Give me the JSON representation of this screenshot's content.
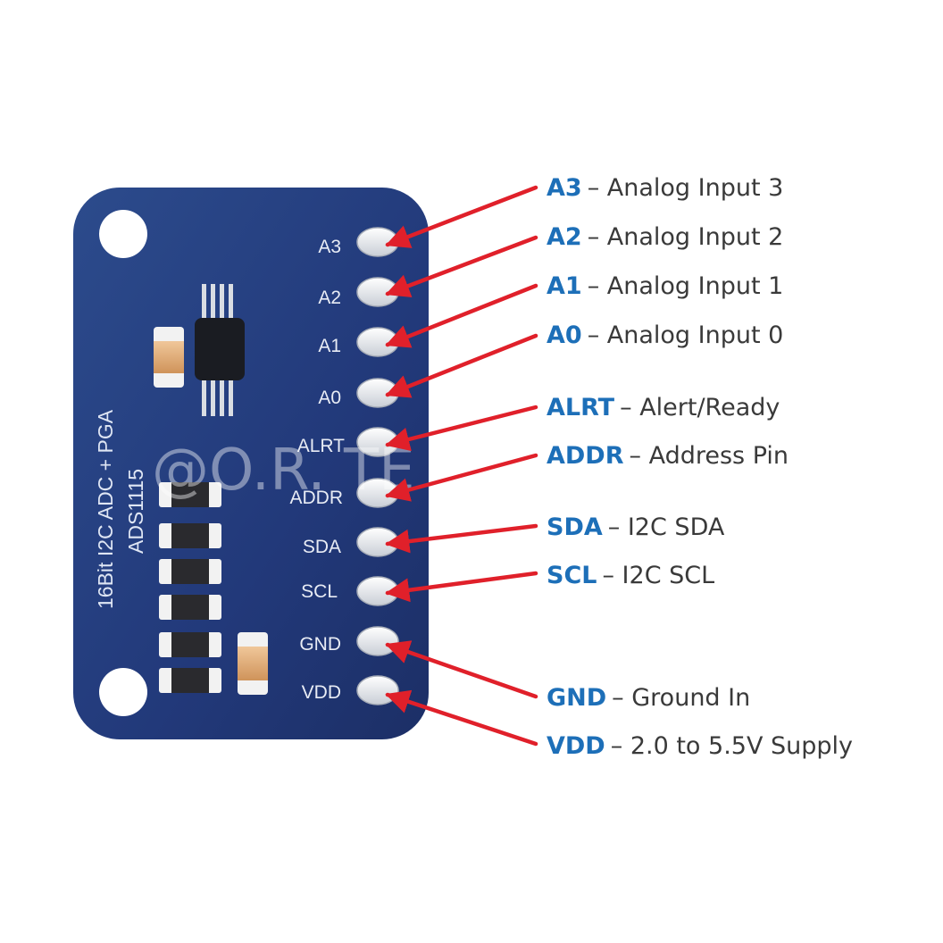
{
  "board": {
    "line1": "16Bit I2C ADC + PGA",
    "line2": "ADS1115"
  },
  "watermark": "@O.R. TE",
  "pins": [
    {
      "label": "A3",
      "code": "A3",
      "desc": "– Analog Input 3"
    },
    {
      "label": "A2",
      "code": "A2",
      "desc": "– Analog Input 2"
    },
    {
      "label": "A1",
      "code": "A1",
      "desc": "– Analog Input 1"
    },
    {
      "label": "A0",
      "code": "A0",
      "desc": "– Analog Input 0"
    },
    {
      "label": "ALRT",
      "code": "ALRT",
      "desc": "– Alert/Ready"
    },
    {
      "label": "ADDR",
      "code": "ADDR",
      "desc": "– Address Pin"
    },
    {
      "label": "SDA",
      "code": "SDA",
      "desc": "– I2C SDA"
    },
    {
      "label": "SCL",
      "code": "SCL",
      "desc": "– I2C SCL"
    },
    {
      "label": "GND",
      "code": "GND",
      "desc": "– Ground In"
    },
    {
      "label": "VDD",
      "code": "VDD",
      "desc": "– 2.0 to 5.5V Supply"
    }
  ],
  "colors": {
    "board": "#25407a",
    "arrow": "#e0202a",
    "code": "#1d6fb8",
    "desc": "#3a3a3a"
  }
}
